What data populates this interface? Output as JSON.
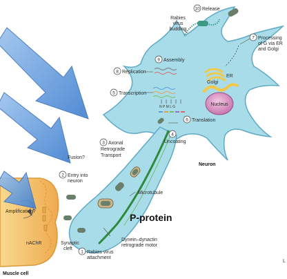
{
  "labels": {
    "release": "Release",
    "budding": [
      "Rabies",
      "virus",
      "budding"
    ],
    "processing": [
      "Processing",
      "of G via ER",
      "and Golgi"
    ],
    "assembly": "Assembly",
    "replication": "Replication",
    "transcription": "Transcription",
    "golgi": "Golgi",
    "er": "ER",
    "nucleus": "Nucleus",
    "translation": "Translation",
    "uncoating": "Uncoating",
    "axonal": [
      "Axonal",
      "Retrograde",
      "Transport"
    ],
    "fusion": "Fusion?",
    "entry": [
      "Entry into",
      "neuron"
    ],
    "neuron": "Neuron",
    "microtubule": "Microtubule",
    "p_protein": "P-protein",
    "amplification": "Amplification?",
    "nachr": "nAChR",
    "synaptic": [
      "Synaptic",
      "cleft"
    ],
    "attachment": [
      "Rabies virus",
      "attachment"
    ],
    "dynein": [
      "Dynein–dynactin",
      "retrograde motor"
    ],
    "muscle": "Muscle cell",
    "genes": "N P M L G",
    "edge_mark": "L"
  },
  "step_numbers": {
    "s1": "1",
    "s2": "2",
    "s3": "3",
    "s4": "4",
    "s5": "5",
    "s6": "6",
    "s7": "7",
    "s8": "8",
    "s9": "9",
    "s10": "10"
  },
  "colors": {
    "neuron_fill": "#a9dce9",
    "neuron_stroke": "#5fa9c4",
    "muscle_fill": "#f5c26b",
    "muscle_stroke": "#dc9838",
    "arrow_blue": "#4f8fd6",
    "nucleus": "#d38bbf",
    "golgi": "#f2c84b",
    "microtubule": "#2e8a3c",
    "virus": "#6a7f6a"
  }
}
